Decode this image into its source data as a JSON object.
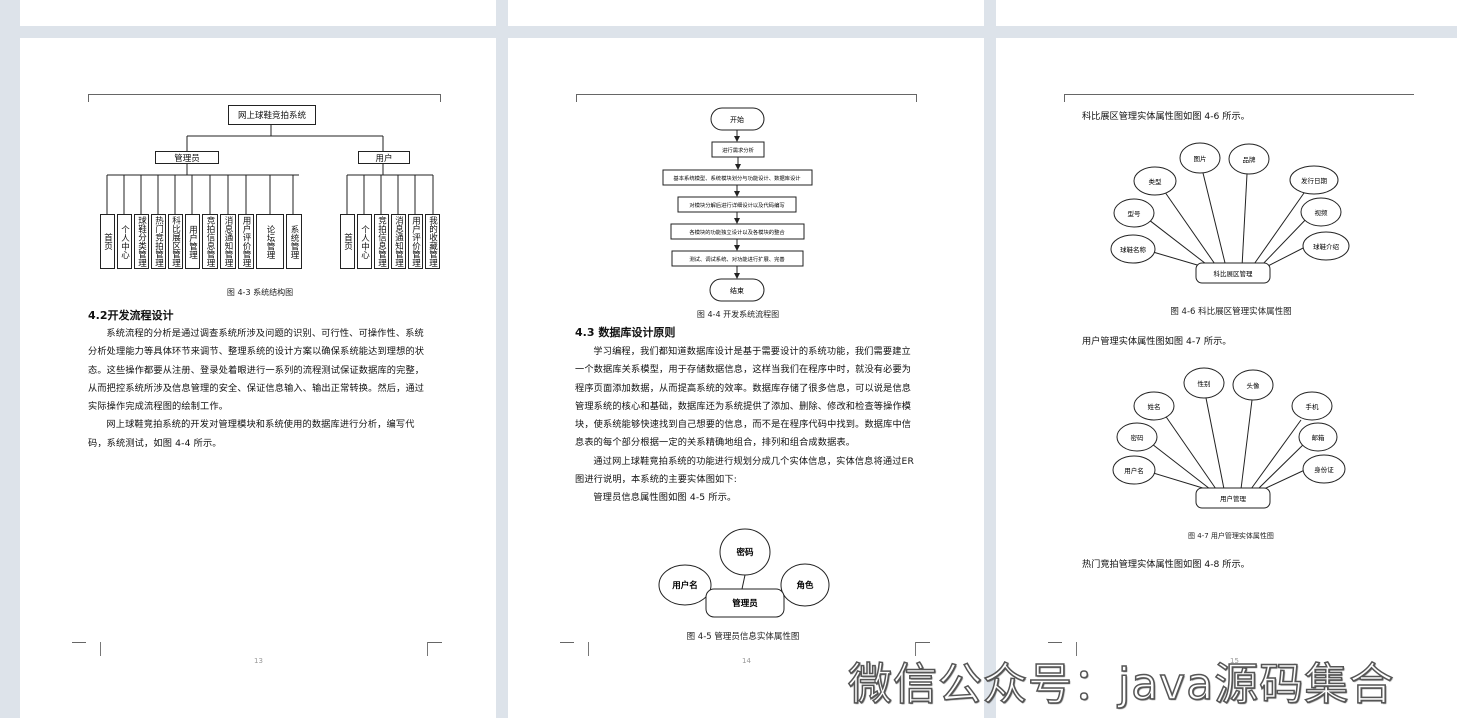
{
  "pages": {
    "p13": {
      "fig43": {
        "root": "网上球鞋竞拍系统",
        "admin": "管理员",
        "user": "用户",
        "admin_leaves": [
          "首页",
          "个人中心",
          "球鞋分类管理",
          "热门竞拍管理",
          "科比展区管理",
          "用户管理",
          "竞拍信息管理",
          "消息通知管理",
          "用户评价管理",
          "论坛管理",
          "系统管理"
        ],
        "user_leaves": [
          "首页",
          "个人中心",
          "竞拍信息管理",
          "消息通知管理",
          "用户评价管理",
          "我的收藏管理"
        ],
        "caption": "图 4-3  系统结构图"
      },
      "heading": "4.2开发流程设计",
      "paragraphs": [
        "系统流程的分析是通过调查系统所涉及问题的识别、可行性、可操作性、系统分析处理能力等具体环节来调节、整理系统的设计方案以确保系统能达到理想的状态。这些操作都要从注册、登录处着眼进行一系列的流程测试保证数据库的完整，从而把控系统所涉及信息管理的安全、保证信息输入、输出正常转换。然后，通过实际操作完成流程图的绘制工作。",
        "网上球鞋竞拍系统的开发对管理模块和系统使用的数据库进行分析，编写代码，系统测试，如图 4-4 所示。"
      ],
      "page_number": "13"
    },
    "p14": {
      "flow": {
        "start": "开始",
        "steps": [
          "进行需求分析",
          "基本系统模型、系统模块划分与功能设计、数据库设计",
          "对模块分解后进行详细设计以及代码编写",
          "各模块的功能独立设计以及各模块的整合",
          "测试、调试系统、对功能进行扩展、完善"
        ],
        "end": "结束",
        "caption": "图 4-4 开发系统流程图"
      },
      "heading": "4.3 数据库设计原则",
      "paragraphs": [
        "学习编程，我们都知道数据库设计是基于需要设计的系统功能，我们需要建立一个数据库关系模型，用于存储数据信息，这样当我们在程序中时，就没有必要为程序页面添加数据，从而提高系统的效率。数据库存储了很多信息，可以说是信息管理系统的核心和基础，数据库还为系统提供了添加、删除、修改和检查等操作模块，使系统能够快速找到自己想要的信息，而不是在程序代码中找到。数据库中信息表的每个部分根据一定的关系精确地组合，排列和组合成数据表。",
        "通过网上球鞋竞拍系统的功能进行规划分成几个实体信息，实体信息将通过ER图进行说明，本系统的主要实体图如下:",
        "管理员信息属性图如图 4-5 所示。"
      ],
      "er45": {
        "entity": "管理员",
        "attrs": [
          "用户名",
          "密码",
          "角色"
        ],
        "caption": "图 4-5  管理员信息实体属性图"
      },
      "page_number": "14"
    },
    "p15": {
      "intro1": "科比展区管理实体属性图如图 4-6 所示。",
      "er46": {
        "entity": "科比展区管理",
        "attrs": [
          "球鞋名称",
          "型号",
          "类型",
          "图片",
          "品牌",
          "发行日期",
          "视频",
          "球鞋介绍"
        ],
        "caption": "图 4-6 科比展区管理实体属性图"
      },
      "intro2": "用户管理实体属性图如图 4-7 所示。",
      "er47": {
        "entity": "用户管理",
        "attrs": [
          "用户名",
          "密码",
          "姓名",
          "性别",
          "头像",
          "手机",
          "邮箱",
          "身份证"
        ],
        "caption": "图 4-7 用户管理实体属性图"
      },
      "intro3": "热门竞拍管理实体属性图如图 4-8 所示。",
      "page_number": "15"
    }
  },
  "watermark": "微信公众号：java源码集合"
}
